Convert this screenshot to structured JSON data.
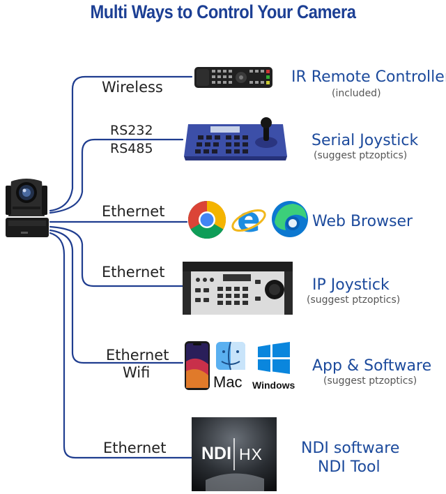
{
  "title": "Multi Ways to Control Your Camera",
  "rows": [
    {
      "connection": [
        "Wireless"
      ],
      "device_name": [
        "IR Remote Controller"
      ],
      "note": "(included)"
    },
    {
      "connection": [
        "RS232",
        "RS485"
      ],
      "device_name": [
        "Serial Joystick"
      ],
      "note": "(suggest ptzoptics)"
    },
    {
      "connection": [
        "Ethernet"
      ],
      "device_name": [
        "Web Browser"
      ],
      "note": ""
    },
    {
      "connection": [
        "Ethernet"
      ],
      "device_name": [
        "IP Joystick"
      ],
      "note": "(suggest ptzoptics)"
    },
    {
      "connection": [
        "Ethernet",
        "Wifi"
      ],
      "device_name": [
        "App & Software"
      ],
      "note": "(suggest ptzoptics)"
    },
    {
      "connection": [
        "Ethernet"
      ],
      "device_name": [
        "NDI software",
        "NDI Tool"
      ],
      "note": ""
    }
  ],
  "logos": {
    "mac": "Mac",
    "windows": "Windows",
    "ndi": "NDI",
    "hx": "HX"
  },
  "colors": {
    "title": "#1c3f94",
    "wire": "#1f3d8f",
    "device_text": "#1c4a9c"
  },
  "icons": [
    "ptz-camera-icon",
    "ir-remote-icon",
    "serial-joystick-icon",
    "chrome-icon",
    "ie-icon",
    "edge-icon",
    "ip-joystick-icon",
    "iphone-icon",
    "mac-finder-icon",
    "windows-icon",
    "ndi-hx-icon"
  ]
}
